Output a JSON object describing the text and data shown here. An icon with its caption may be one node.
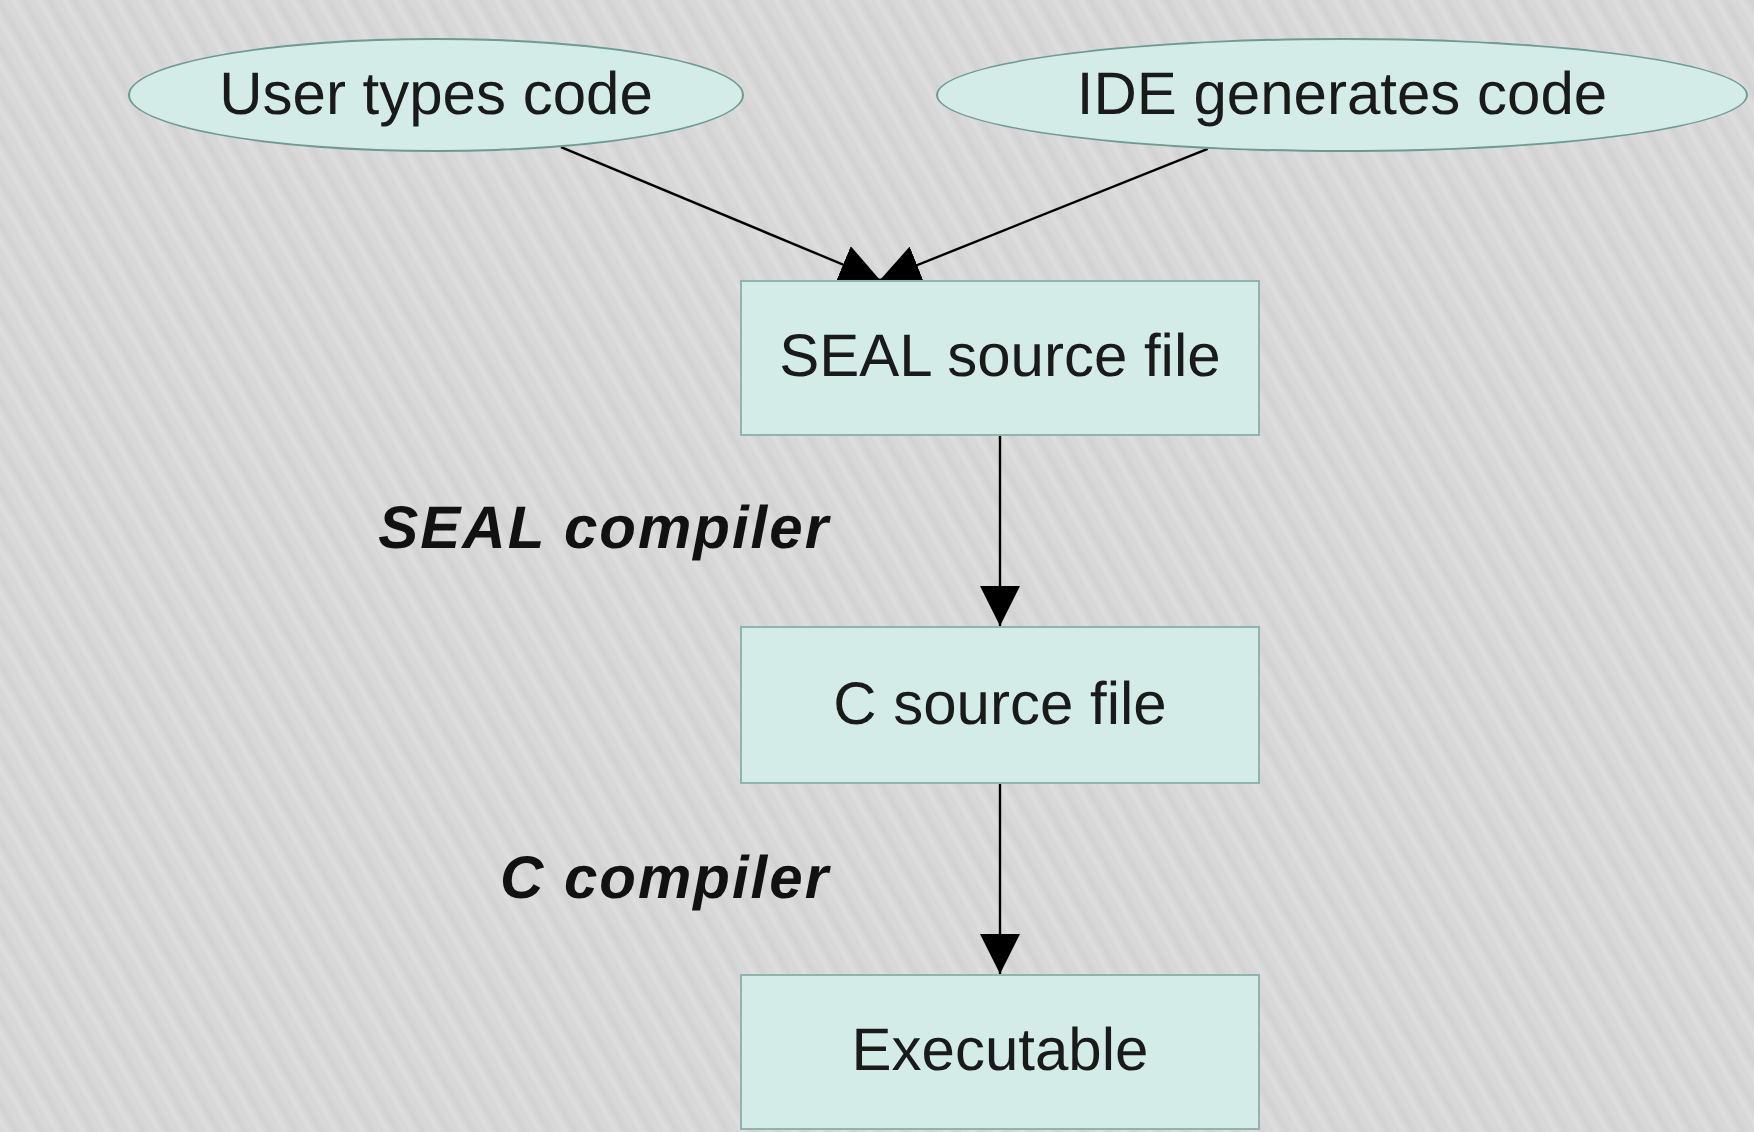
{
  "diagram": {
    "nodes": [
      {
        "text": [
          "User types code"
        ]
      },
      {
        "text": [
          "IDE generates code"
        ]
      },
      {
        "text": [
          "SEAL source file"
        ]
      },
      {
        "text": [
          "C source file"
        ]
      },
      {
        "text": [
          "Executable"
        ]
      }
    ],
    "edges": [
      {
        "from": 0,
        "to": 2,
        "arrow": "to"
      },
      {
        "from": 1,
        "to": 2,
        "arrow": "to"
      },
      {
        "from": 2,
        "to": 3,
        "arrow": "to",
        "label": "SEAL compiler"
      },
      {
        "from": 3,
        "to": 4,
        "arrow": "to",
        "label": "C compiler"
      }
    ]
  }
}
